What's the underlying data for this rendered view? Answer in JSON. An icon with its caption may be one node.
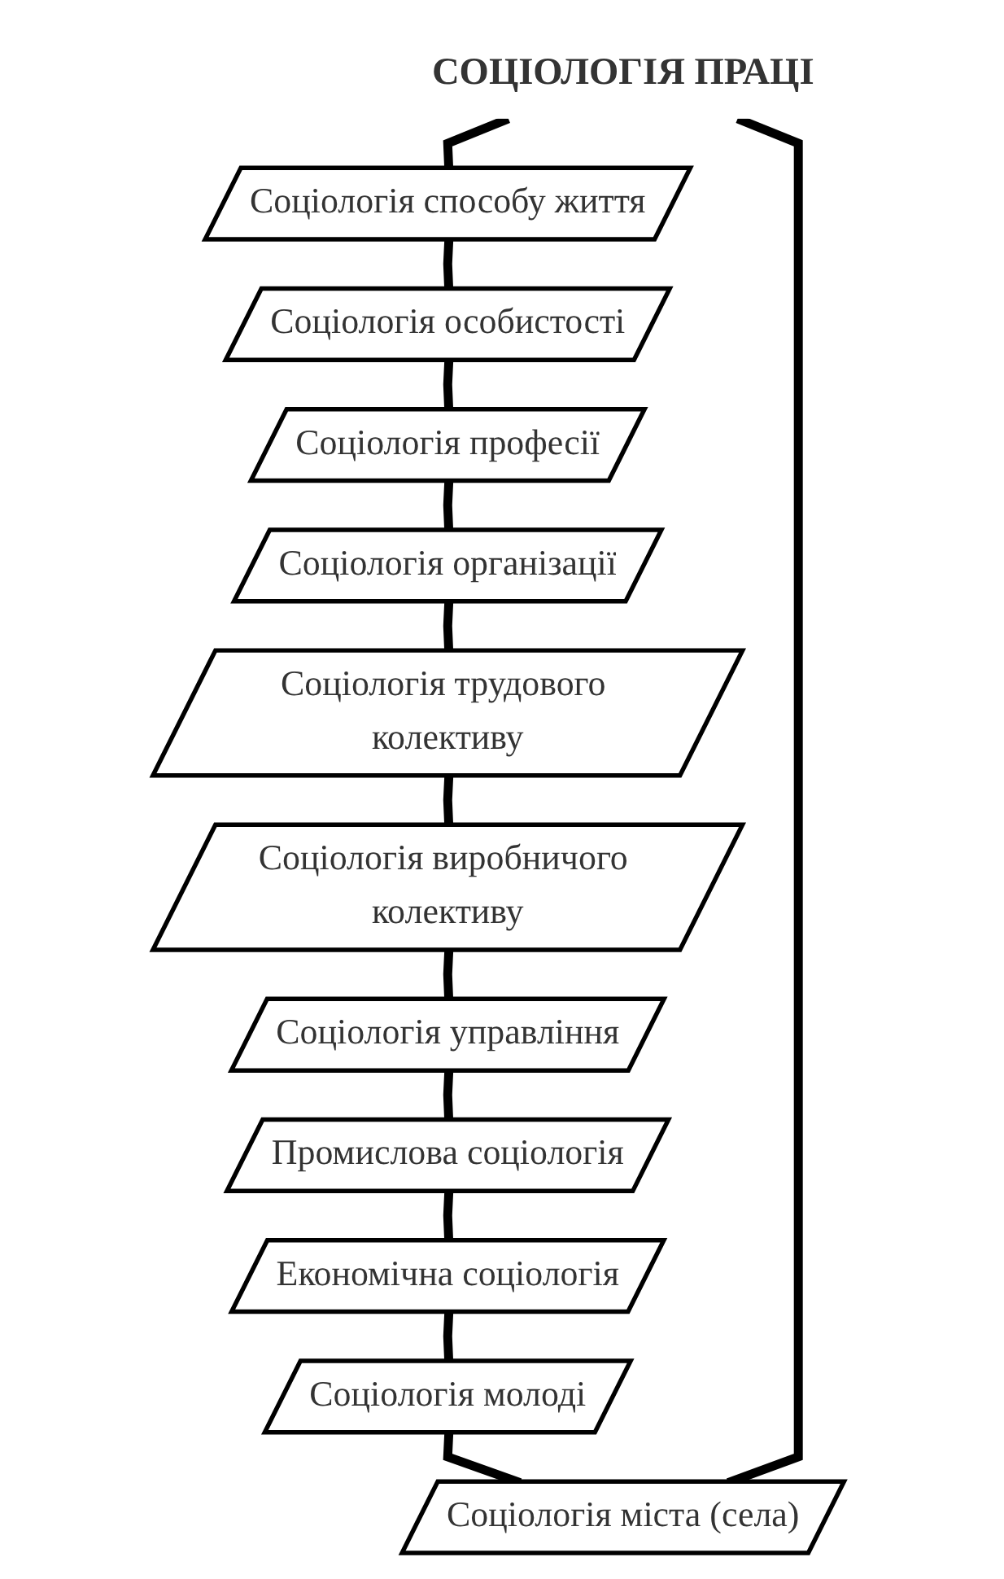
{
  "diagram": {
    "nodes": [
      {
        "text": [
          "СОЦІОЛОГІЯ ПРАЦІ"
        ]
      },
      {
        "text": [
          "Соціологія способу життя"
        ]
      },
      {
        "text": [
          "Соціологія особистості"
        ]
      },
      {
        "text": [
          "Соціологія професії"
        ]
      },
      {
        "text": [
          "Соціологія організації"
        ]
      },
      {
        "text": [
          "Соціологія трудового колективу"
        ]
      },
      {
        "text": [
          "Соціологія виробничого колективу"
        ]
      },
      {
        "text": [
          "Соціологія управління"
        ]
      },
      {
        "text": [
          "Промислова соціологія"
        ]
      },
      {
        "text": [
          "Економічна соціологія"
        ]
      },
      {
        "text": [
          "Соціологія молоді"
        ]
      },
      {
        "text": [
          "Соціологія міста (села)"
        ]
      }
    ],
    "edges": [
      {
        "from": 0,
        "to": 1,
        "arrow": "none"
      },
      {
        "from": 1,
        "to": 2,
        "arrow": "none"
      },
      {
        "from": 2,
        "to": 3,
        "arrow": "none"
      },
      {
        "from": 3,
        "to": 4,
        "arrow": "none"
      },
      {
        "from": 4,
        "to": 5,
        "arrow": "none"
      },
      {
        "from": 5,
        "to": 6,
        "arrow": "none"
      },
      {
        "from": 6,
        "to": 7,
        "arrow": "none"
      },
      {
        "from": 7,
        "to": 8,
        "arrow": "none"
      },
      {
        "from": 8,
        "to": 9,
        "arrow": "none"
      },
      {
        "from": 9,
        "to": 10,
        "arrow": "none"
      },
      {
        "from": 10,
        "to": 11,
        "arrow": "none"
      },
      {
        "from": 0,
        "to": 11,
        "arrow": "none"
      }
    ]
  }
}
